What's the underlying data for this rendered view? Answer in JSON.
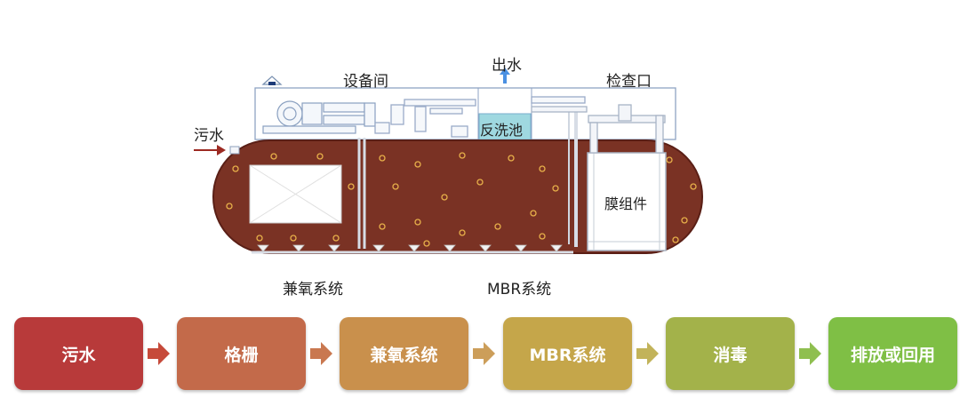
{
  "diagram": {
    "labels": {
      "equipment_room": "设备间",
      "outlet_water": "出水",
      "inspection_port": "检查口",
      "sewage_in": "污水",
      "backwash_tank": "反洗池",
      "membrane_module": "膜组件",
      "anoxic_system": "兼氧系统",
      "mbr_system": "MBR系统"
    },
    "colors": {
      "tank_fill": "#7a3224",
      "tank_fill_dark": "#5a1f16",
      "bubble": "#e7b04a",
      "outline": "#8fa3c4",
      "inlet_arrow": "#9c2a22",
      "outlet_arrow": "#4a90e2",
      "backwash_fill": "#9fd8e0"
    }
  },
  "flow": {
    "steps": [
      {
        "label": "污水",
        "color": "#b83a3a"
      },
      {
        "label": "格栅",
        "color": "#c36a4a"
      },
      {
        "label": "兼氧系统",
        "color": "#c9904c"
      },
      {
        "label": "MBR系统",
        "color": "#c5a64a"
      },
      {
        "label": "消毒",
        "color": "#a3b24a"
      },
      {
        "label": "排放或回用",
        "color": "#7fbf45"
      }
    ],
    "arrow_colors": [
      "#c64a3a",
      "#c97850",
      "#cc9e5a",
      "#c2b35a",
      "#8fbf50"
    ]
  }
}
